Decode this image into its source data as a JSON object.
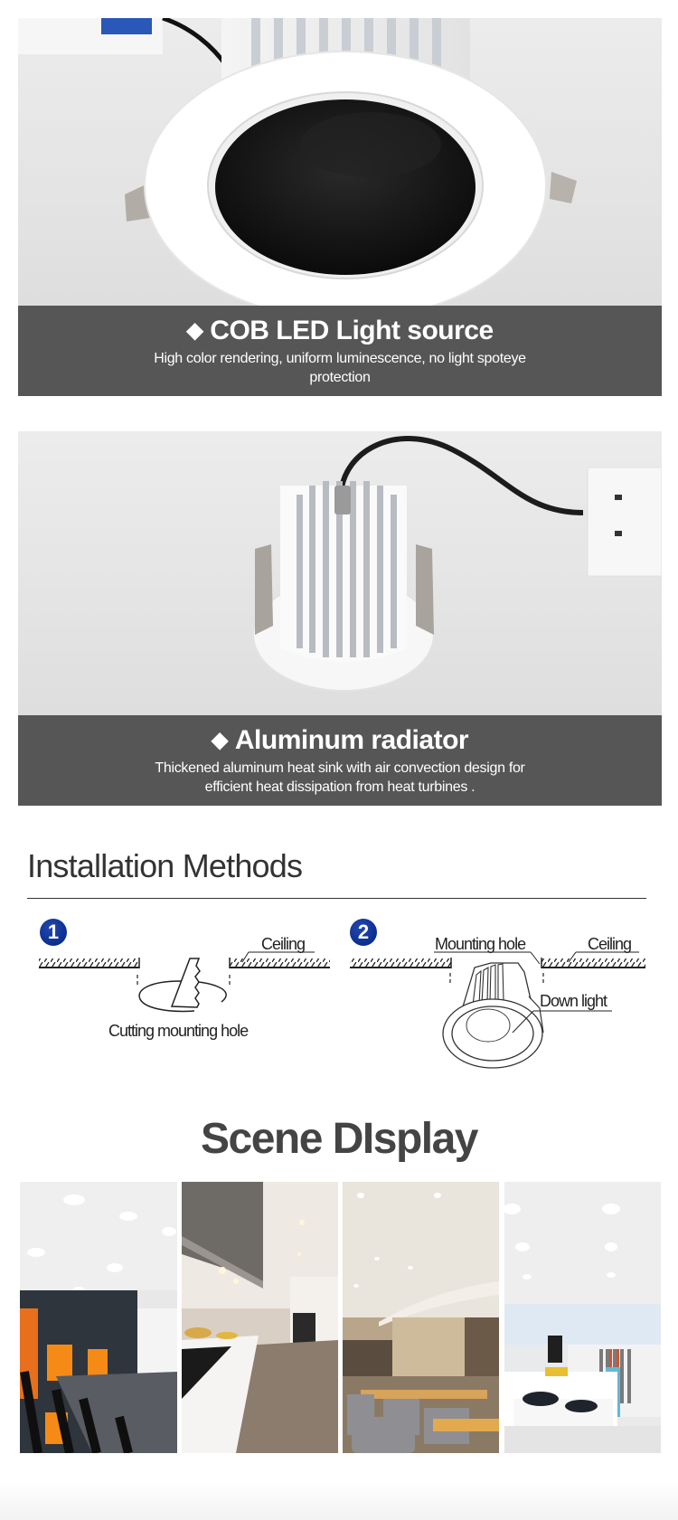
{
  "features": [
    {
      "title": "COB LED Light source",
      "bullet": "◆",
      "description": "High color rendering, uniform luminescence, no light spoteye protection",
      "image_alt": "Recessed downlight with white trim and black reflector cup"
    },
    {
      "title": "Aluminum radiator",
      "bullet": "◆",
      "description": "Thickened aluminum heat sink with air convection design for efficient heat dissipation from heat turbines .",
      "image_alt": "Downlight with white finned aluminum heat sink and driver cable"
    }
  ],
  "installation": {
    "heading": "Installation Methods",
    "steps": [
      {
        "number": "1",
        "labels": {
          "ceiling": "Ceiling",
          "caption": "Cutting mounting hole"
        }
      },
      {
        "number": "2",
        "labels": {
          "mounting_hole": "Mounting hole",
          "ceiling": "Ceiling",
          "down_light": "Down light"
        }
      }
    ]
  },
  "scene": {
    "heading": "Scene DIsplay",
    "photos": [
      {
        "alt": "Office meeting room with orange niches and downlights"
      },
      {
        "alt": "Modern kitchen with island and ceiling spotlights"
      },
      {
        "alt": "Restaurant dining area with recessed lights"
      },
      {
        "alt": "Clothing retail store with downlights"
      }
    ]
  },
  "colors": {
    "band": "#565656",
    "badge": "#0a2f8f",
    "heading": "#333333",
    "scene_heading": "#444444"
  }
}
